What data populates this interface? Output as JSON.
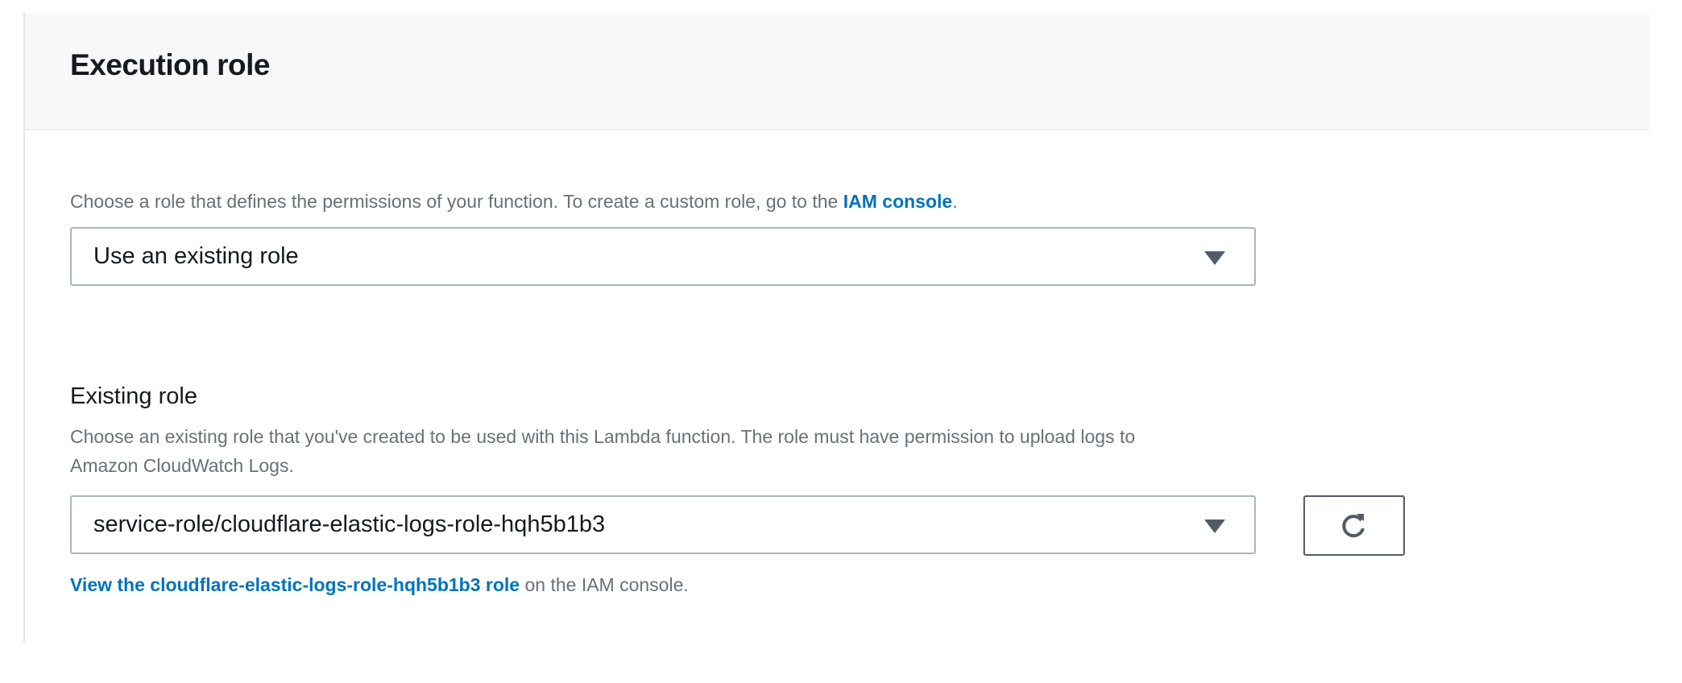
{
  "section": {
    "title": "Execution role",
    "description_prefix": "Choose a role that defines the permissions of your function. To create a custom role, go to the ",
    "description_link": "IAM console",
    "description_suffix": ".",
    "role_type_select": {
      "value": "Use an existing role"
    }
  },
  "existing_role": {
    "label": "Existing role",
    "description_line1": "Choose an existing role that you've created to be used with this Lambda function. The role must have permission to upload logs to",
    "description_line2": "Amazon CloudWatch Logs.",
    "select": {
      "value": "service-role/cloudflare-elastic-logs-role-hqh5b1b3"
    },
    "refresh_icon": "refresh-icon",
    "view_link": "View the cloudflare-elastic-logs-role-hqh5b1b3 role",
    "view_suffix": " on the IAM console."
  },
  "colors": {
    "link": "#0073bb",
    "text": "#16191f",
    "muted": "#687078",
    "border": "#aab7b8"
  }
}
